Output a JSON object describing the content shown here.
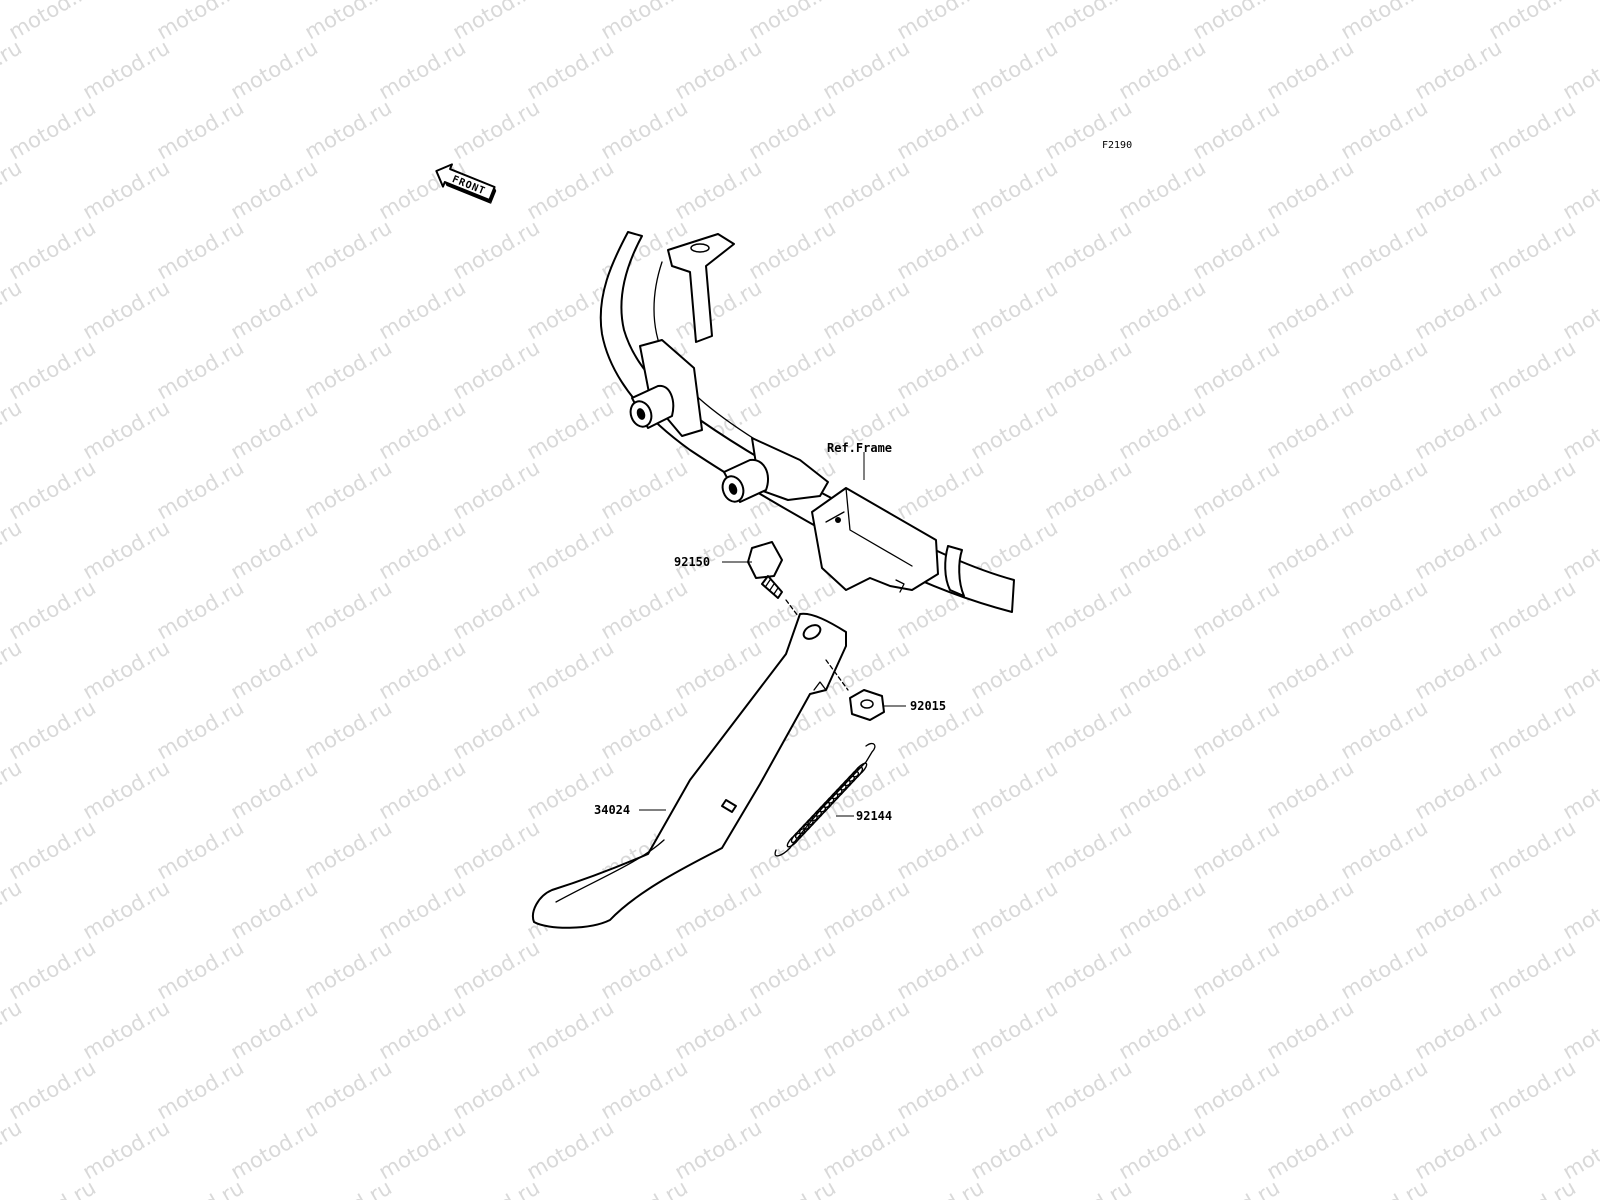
{
  "diagram_code": "F2190",
  "front_arrow_label": "FRONT",
  "watermark_text": "motod.ru",
  "reference_label": "Ref.Frame",
  "parts": [
    {
      "number": "92150",
      "description": "bolt"
    },
    {
      "number": "92015",
      "description": "nut"
    },
    {
      "number": "34024",
      "description": "side stand"
    },
    {
      "number": "92144",
      "description": "spring"
    }
  ],
  "colors": {
    "background": "#ffffff",
    "line": "#000000",
    "watermark": "#d9d9d9"
  }
}
